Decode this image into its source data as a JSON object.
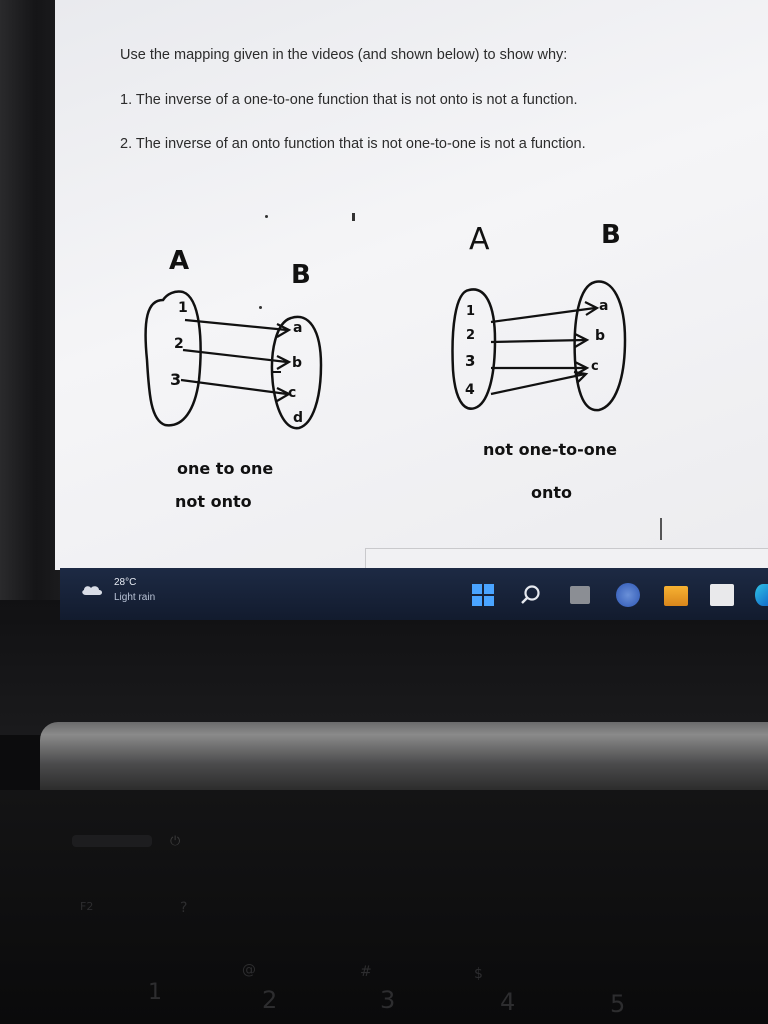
{
  "document": {
    "intro": "Use the mapping given in the videos (and shown below) to show why:",
    "question_1": "1. The inverse of a one-to-one function that is not onto is not a function.",
    "question_2": "2. The inverse of an onto function that is not one-to-one is not a function."
  },
  "left_mapping": {
    "set_a_label": "A",
    "set_b_label": "B",
    "domain": [
      "1",
      "2",
      "3"
    ],
    "codomain": [
      "a",
      "b",
      "c",
      "d"
    ],
    "caption_line_1": "one to one",
    "caption_line_2": "not onto"
  },
  "right_mapping": {
    "set_a_label": "A",
    "set_b_label": "B",
    "domain": [
      "1",
      "2",
      "3",
      "4"
    ],
    "codomain": [
      "a",
      "b",
      "c"
    ],
    "caption_line_1": "not one-to-one",
    "caption_line_2": "onto"
  },
  "taskbar": {
    "temperature": "28°C",
    "condition": "Light rain",
    "icons": [
      "weather-icon",
      "windows-start-icon",
      "search-icon",
      "task-view-icon",
      "widgets-icon",
      "file-explorer-icon",
      "microsoft-store-icon",
      "edge-icon"
    ]
  },
  "keyboard": {
    "visible_keys": [
      "F2",
      "?",
      "1",
      "2",
      "3",
      "4",
      "5",
      "@",
      "#",
      "$"
    ]
  }
}
